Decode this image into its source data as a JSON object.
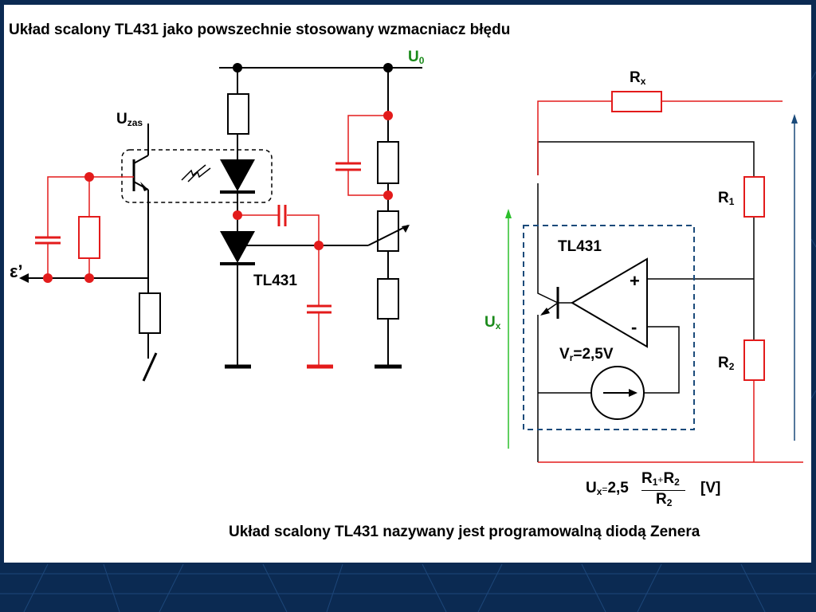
{
  "title": "Układ scalony TL431 jako powszechnie stosowany wzmacniacz błędu",
  "caption": "Układ scalony TL431 nazywany jest programowalną diodą Zenera",
  "left_circuit": {
    "u0": {
      "main": "U",
      "sub": "0"
    },
    "uzas": {
      "main": "U",
      "sub": "zas"
    },
    "epsilon": "ε’",
    "ic_label": "TL431"
  },
  "right_circuit": {
    "rx": {
      "main": "R",
      "sub": "x"
    },
    "r1": {
      "main": "R",
      "sub": "1"
    },
    "r2": {
      "main": "R",
      "sub": "2"
    },
    "ic_label": "TL431",
    "plus": "+",
    "minus": "-",
    "ux": {
      "main": "U",
      "sub": "x"
    },
    "vref": {
      "main": "V",
      "sub": "r",
      "rest": "=2,5V"
    }
  },
  "formula": {
    "lhs_main": "U",
    "lhs_sub": "x",
    "equals": "=",
    "coef": "2,5",
    "num_r1": "R",
    "num_r1_sub": "1",
    "num_plus": "+",
    "num_r2": "R",
    "num_r2_sub": "2",
    "den_r": "R",
    "den_sub": "2",
    "unit": "[V]"
  },
  "colors": {
    "background": "#0b2a52",
    "wire": "#000000",
    "highlight": "#e31b1b",
    "green": "#1a8a1a",
    "arrow_blue": "#1a4a7a",
    "box_blue": "#1a4a7a"
  }
}
